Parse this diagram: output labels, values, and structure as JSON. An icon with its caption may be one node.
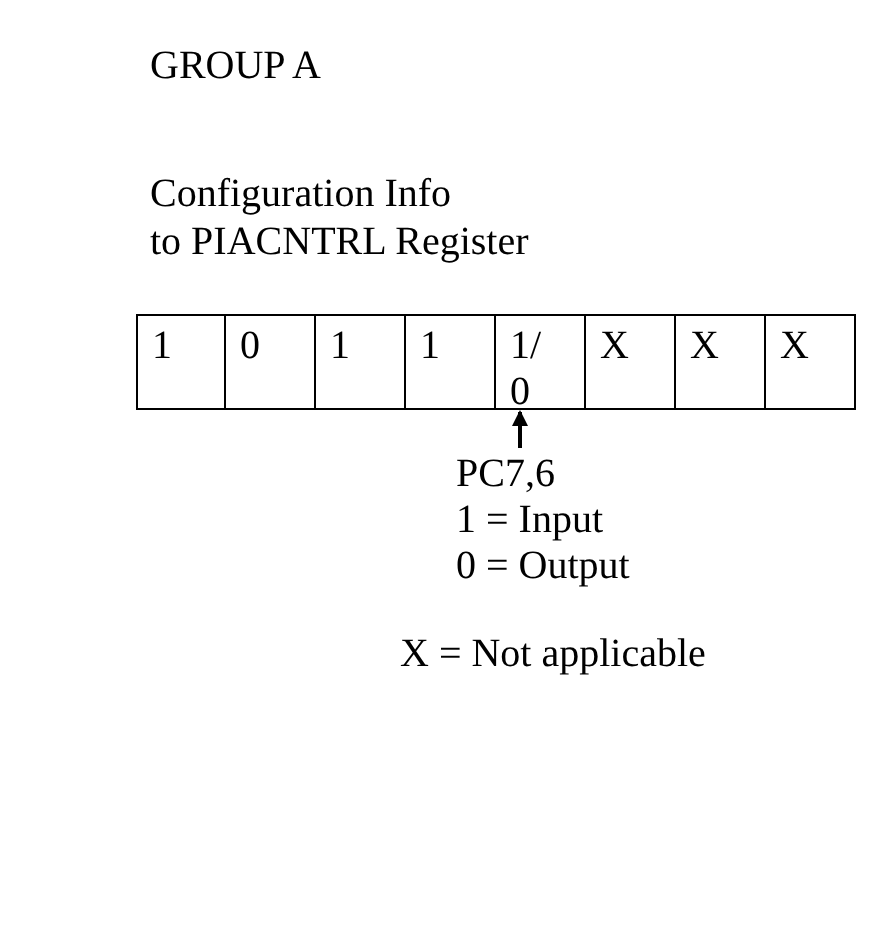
{
  "diagram": {
    "title": "GROUP A",
    "nodes": [
      {
        "text": [
          "1"
        ]
      },
      {
        "text": [
          "0"
        ]
      },
      {
        "text": [
          "1"
        ]
      },
      {
        "text": [
          "1"
        ]
      },
      {
        "text": [
          "1/ 0"
        ]
      },
      {
        "text": [
          "X"
        ]
      },
      {
        "text": [
          "X"
        ]
      },
      {
        "text": [
          "X"
        ]
      },
      {
        "text": [
          "PC7,6",
          "1 = Input",
          "0 = Output"
        ]
      }
    ],
    "edges": [
      {
        "from": 8,
        "to": 4,
        "arrow": "to"
      }
    ],
    "labels": [
      "Configuration Info",
      "to PIACNTRL Register",
      "X = Not applicable"
    ]
  }
}
